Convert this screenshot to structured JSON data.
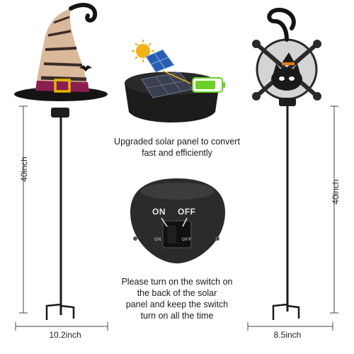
{
  "dimensions": {
    "left_height": "40inch",
    "right_height": "40inch",
    "left_width": "10.2inch",
    "right_width": "8.5inch"
  },
  "captions": {
    "solar_line1": "Upgraded solar panel to convert",
    "solar_line2": "fast and efficiently",
    "switch_line1": "Please turn on the switch on",
    "switch_line2": "the back of the solar",
    "switch_line3": "panel and keep the switch",
    "switch_line4": "turn on all the time"
  },
  "switch": {
    "on_label": "ON",
    "off_label": "OFF",
    "small_on": "ON",
    "small_off": "OFF"
  },
  "colors": {
    "hat_band": "#8a1e4e",
    "buckle": "#e2b400",
    "battery_fill": "#6ccf2a",
    "stake": "#1a1a1a"
  }
}
